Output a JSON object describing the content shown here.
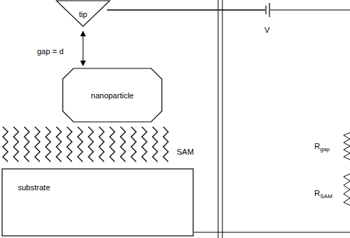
{
  "diagram": {
    "nodes": [
      {
        "text": [
          "tip"
        ]
      },
      {
        "text": [
          "nanoparticle"
        ]
      },
      {
        "text": [
          "substrate"
        ]
      }
    ],
    "edges": [
      {
        "from": 0,
        "to": 1,
        "arrow": "both"
      }
    ],
    "labels": [
      "gap = d",
      "SAM",
      "V",
      "R",
      "gap",
      "R",
      "SAM"
    ]
  }
}
